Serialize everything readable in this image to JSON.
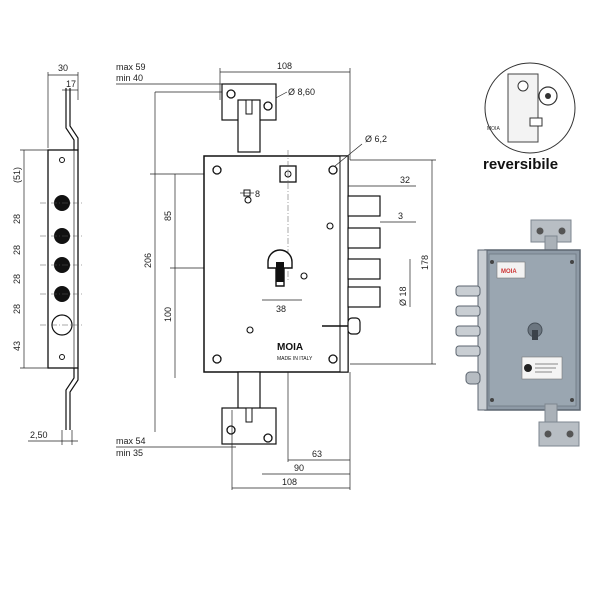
{
  "side_view": {
    "dims": {
      "width_total": "30",
      "offset_top": "17",
      "bolt_pitch_paren": "(51)",
      "pitch_1": "28",
      "pitch_2": "28",
      "pitch_3": "28",
      "pitch_4": "28",
      "bottom_gap": "43",
      "plate_thickness": "2,50"
    }
  },
  "front_view": {
    "dims": {
      "top_range_max": "max 59",
      "top_range_min": "min 40",
      "bottom_range_max": "max 54",
      "bottom_range_min": "min 35",
      "keeper_width_top": "108",
      "keeper_width_bottom": "108",
      "keeper_hole_dia": "Ø 8,60",
      "case_hole_dia": "Ø 6,2",
      "spindle_square": "8",
      "spindle_distance": "85",
      "case_height": "206",
      "cylinder_distance": "100",
      "cylinder_width": "38",
      "bolt_throw": "32",
      "bolt_gap": "3",
      "bolt_dia": "Ø 18",
      "bolt_span": "178",
      "backset_63": "63",
      "backset_90": "90"
    },
    "plate_marking": {
      "brand": "MOIA",
      "origin": "MADE IN ITALY"
    }
  },
  "photo": {
    "reversible_label": "reversibile",
    "plate_brand": "MOIA",
    "colors": {
      "case_steel": "#8e9aa6",
      "case_dark": "#5d6670",
      "bolt_chrome": "#c9ced3",
      "keeper_steel": "#b8bec4"
    }
  }
}
